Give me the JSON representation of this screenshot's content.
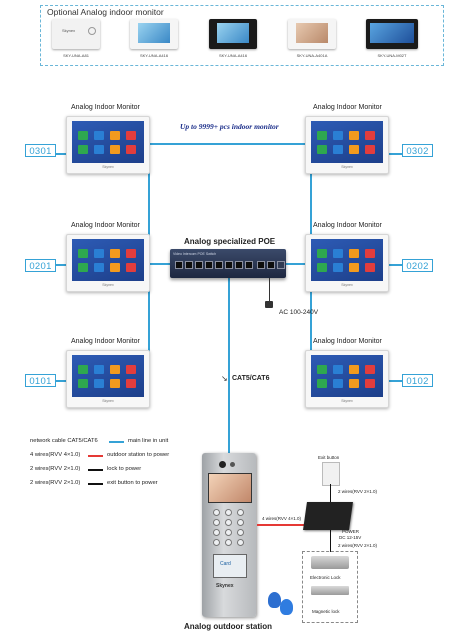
{
  "optional": {
    "title": "Optional Analog indoor monitor",
    "models": [
      {
        "code": "SKY-UNA-A81",
        "brand": "Skynex"
      },
      {
        "code": "SKY-UNA-A416",
        "brand": ""
      },
      {
        "code": "SKY-UNA-A416",
        "brand": ""
      },
      {
        "code": "SKY-UNA-A401A",
        "brand": ""
      },
      {
        "code": "SKY-UNA-M02T",
        "brand": ""
      }
    ]
  },
  "monitor_title": "Analog Indoor Monitor",
  "monitor_brand": "Skynex",
  "rooms": {
    "r0301": "0301",
    "r0302": "0302",
    "r0201": "0201",
    "r0202": "0202",
    "r0101": "0101",
    "r0102": "0102"
  },
  "capacity_note": "Up to 9999+ pcs indoor monitor",
  "switch": {
    "title": "Analog specialized POE",
    "label": "Video Intercom POE Switch"
  },
  "power_in": "AC 100-240V",
  "cable": "CAT5/CAT6",
  "legend": [
    {
      "left": "network cable CAT5/CAT6",
      "right": "main line in unit",
      "color": "#35a2d6"
    },
    {
      "left": "4 wires(RVV 4×1.0)",
      "right": "outdoor station to power",
      "color": "#e53935"
    },
    {
      "left": "2 wires(RVV 2×1.0)",
      "right": "lock to power",
      "color": "#111111"
    },
    {
      "left": "2 wires(RVV 2×1.0)",
      "right": "exit button to power",
      "color": "#111111"
    }
  ],
  "outdoor": {
    "title": "Analog outdoor station",
    "brand": "Skynex",
    "card_label": "Card"
  },
  "lock_side": {
    "exit_button": "Exit button",
    "wire_exit": "2 wires(RVV 2×1.0)",
    "wire_station": "4 wires(RVV 4×1.0)",
    "power_label": "POWER",
    "power_spec": "DC 12-15V",
    "wire_lock": "2 wires(RVV 2×1.0)",
    "electronic_lock": "Electronic Lock",
    "magnetic_lock": "Magnetic lock"
  },
  "colors": {
    "wire_blue": "#35a2d6",
    "wire_red": "#e53935",
    "accent_note": "#1b2e8a"
  }
}
